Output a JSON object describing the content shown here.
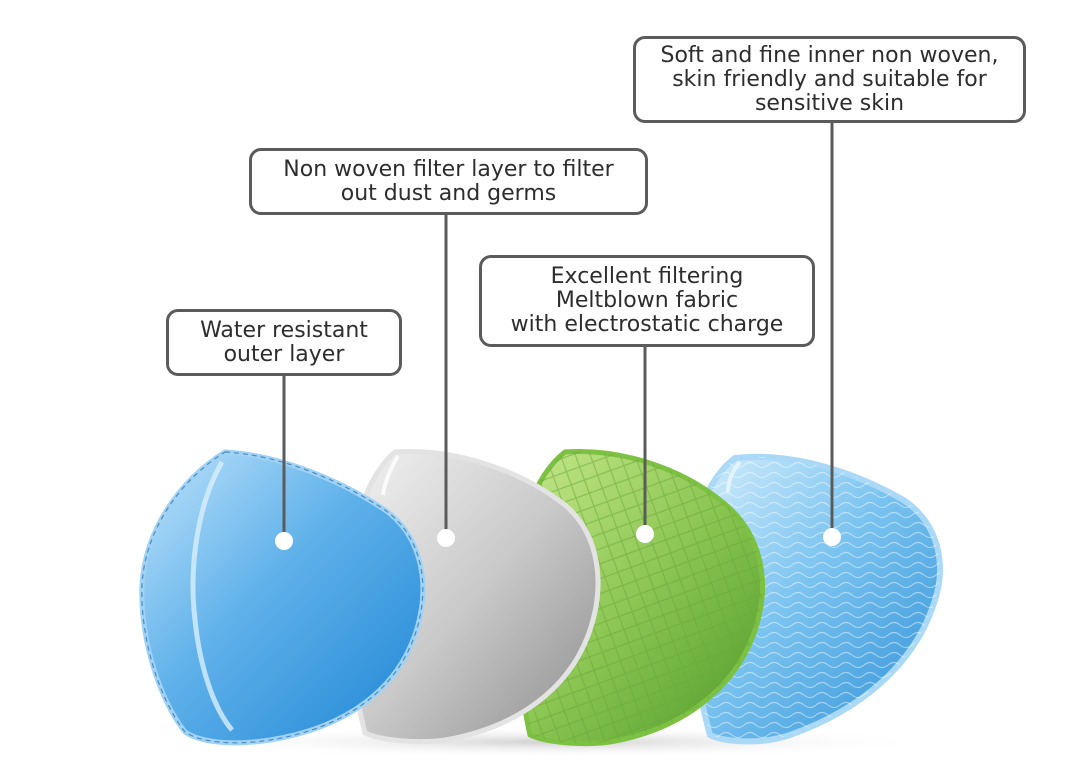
{
  "layers": [
    {
      "id": "outer",
      "lines": [
        "Water resistant",
        "outer layer"
      ],
      "color": "#4aa3e3"
    },
    {
      "id": "filter",
      "lines": [
        "Non woven filter layer to filter",
        "out dust and germs"
      ],
      "color": "#b5b5b5"
    },
    {
      "id": "melt",
      "lines": [
        "Excellent filtering",
        "Meltblown fabric",
        "with electrostatic charge"
      ],
      "color": "#7ec04a"
    },
    {
      "id": "inner",
      "lines": [
        "Soft and fine inner non woven,",
        "skin friendly and suitable for",
        "sensitive skin"
      ],
      "color": "#5bb4e8"
    }
  ],
  "colors": {
    "callout_line": "#5b5b5b",
    "shadow": "#d9d9d9"
  }
}
